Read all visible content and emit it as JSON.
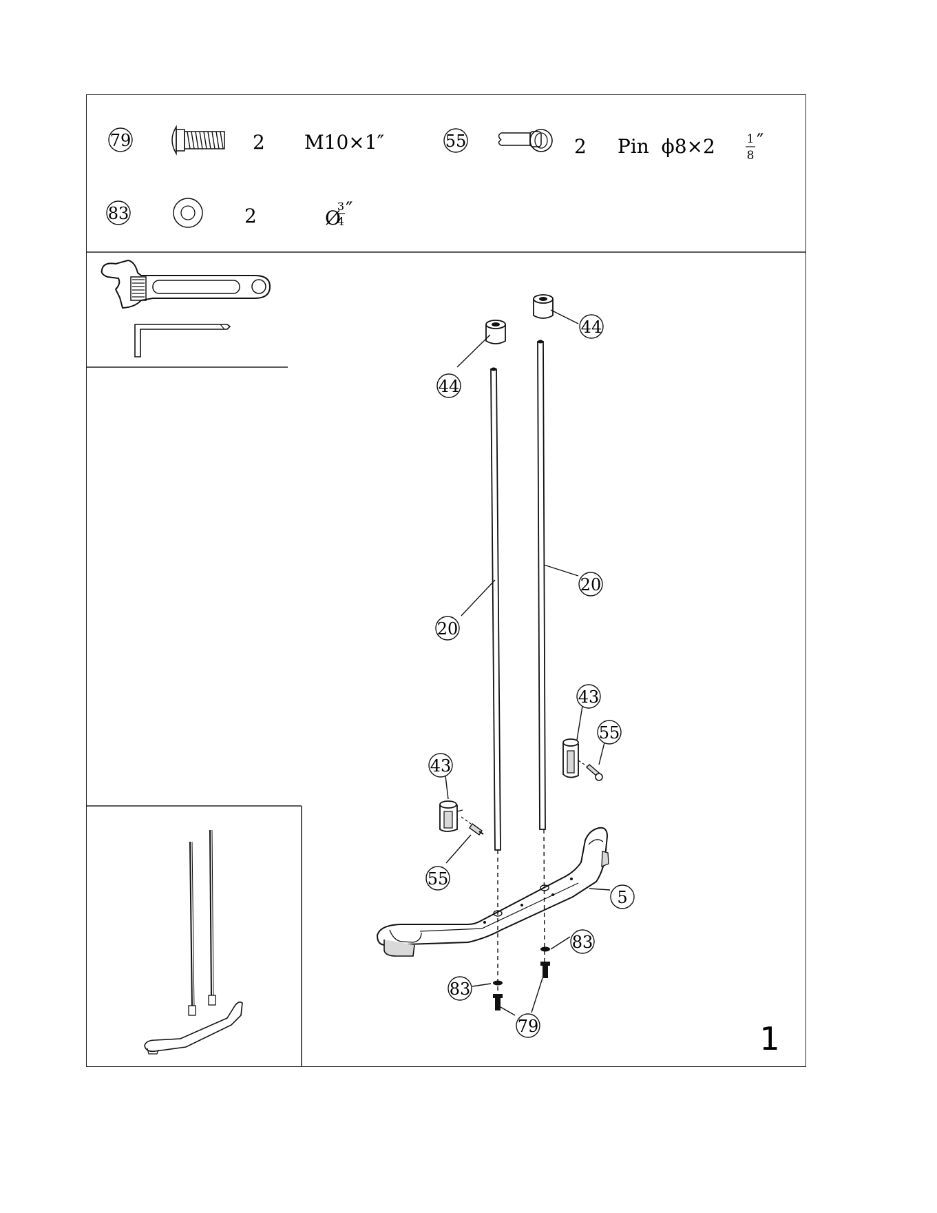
{
  "hardware": [
    {
      "part": "79",
      "qty": "2",
      "spec": "M10×1″",
      "icon": "bolt-icon"
    },
    {
      "part": "55",
      "qty": "2",
      "spec_main": "Pin  ϕ8×2",
      "spec_num": "1",
      "spec_den": "8",
      "spec_unit": "″",
      "icon": "pin-icon"
    },
    {
      "part": "83",
      "qty": "2",
      "spec_main": "Ø",
      "spec_num": "3",
      "spec_den": "4",
      "spec_unit": "″",
      "icon": "washer-icon"
    }
  ],
  "tools": [
    "wrench-icon",
    "hex-key-icon"
  ],
  "callouts": {
    "c44a": "44",
    "c44b": "44",
    "c20a": "20",
    "c20b": "20",
    "c43a": "43",
    "c43b": "43",
    "c55a": "55",
    "c55b": "55",
    "c5": "5",
    "c83a": "83",
    "c83b": "83",
    "c79": "79"
  },
  "step_number": "1",
  "colors": {
    "line": "#111111",
    "fill": "#ffffff",
    "shade": "#d9d9d9"
  }
}
